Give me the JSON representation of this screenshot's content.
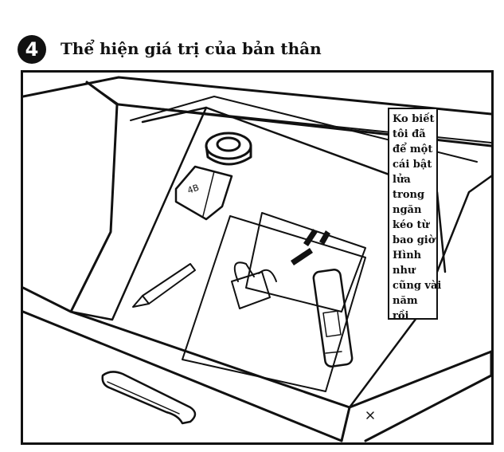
{
  "header": {
    "number": "4",
    "title": "Thể hiện giá trị của bản thân"
  },
  "panel": {
    "eraser_label": "4B",
    "speech_bubble": "Ko biết\ntôi đã\nđể một\ncái bật\nlửa\ntrong\nngăn\nkéo từ\nbao giờ\nHình\nnhư\ncũng vài\nnăm\nrồi"
  }
}
